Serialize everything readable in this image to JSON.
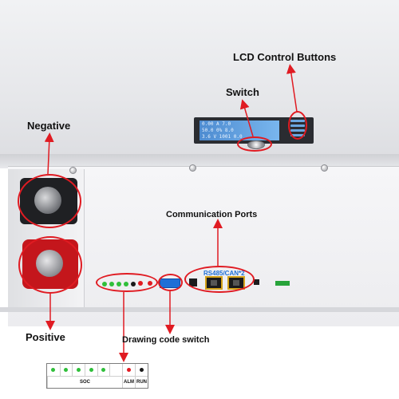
{
  "labels": {
    "lcd_buttons": "LCD Control Buttons",
    "switch": "Switch",
    "negative": "Negative",
    "positive": "Positive",
    "comm_ports": "Communication Ports",
    "port_text": "RS485/CAN*2",
    "drawing_switch": "Drawing code switch"
  },
  "lcd_lines": [
    "0.00 A  7.0",
    "50.0 0%  8.0",
    "3.6 V 1001  0.0"
  ],
  "legend": {
    "soc_label": "SOC",
    "alm_label": "ALM",
    "run_label": "RUN",
    "soc_color": "#2fbf3a",
    "alm_color": "#e01b22",
    "run_color": "#1a1a1a"
  },
  "colors": {
    "callout": "#e01b22",
    "panel_led_green": "#2fbf3a",
    "panel_led_red": "#e01b22"
  }
}
